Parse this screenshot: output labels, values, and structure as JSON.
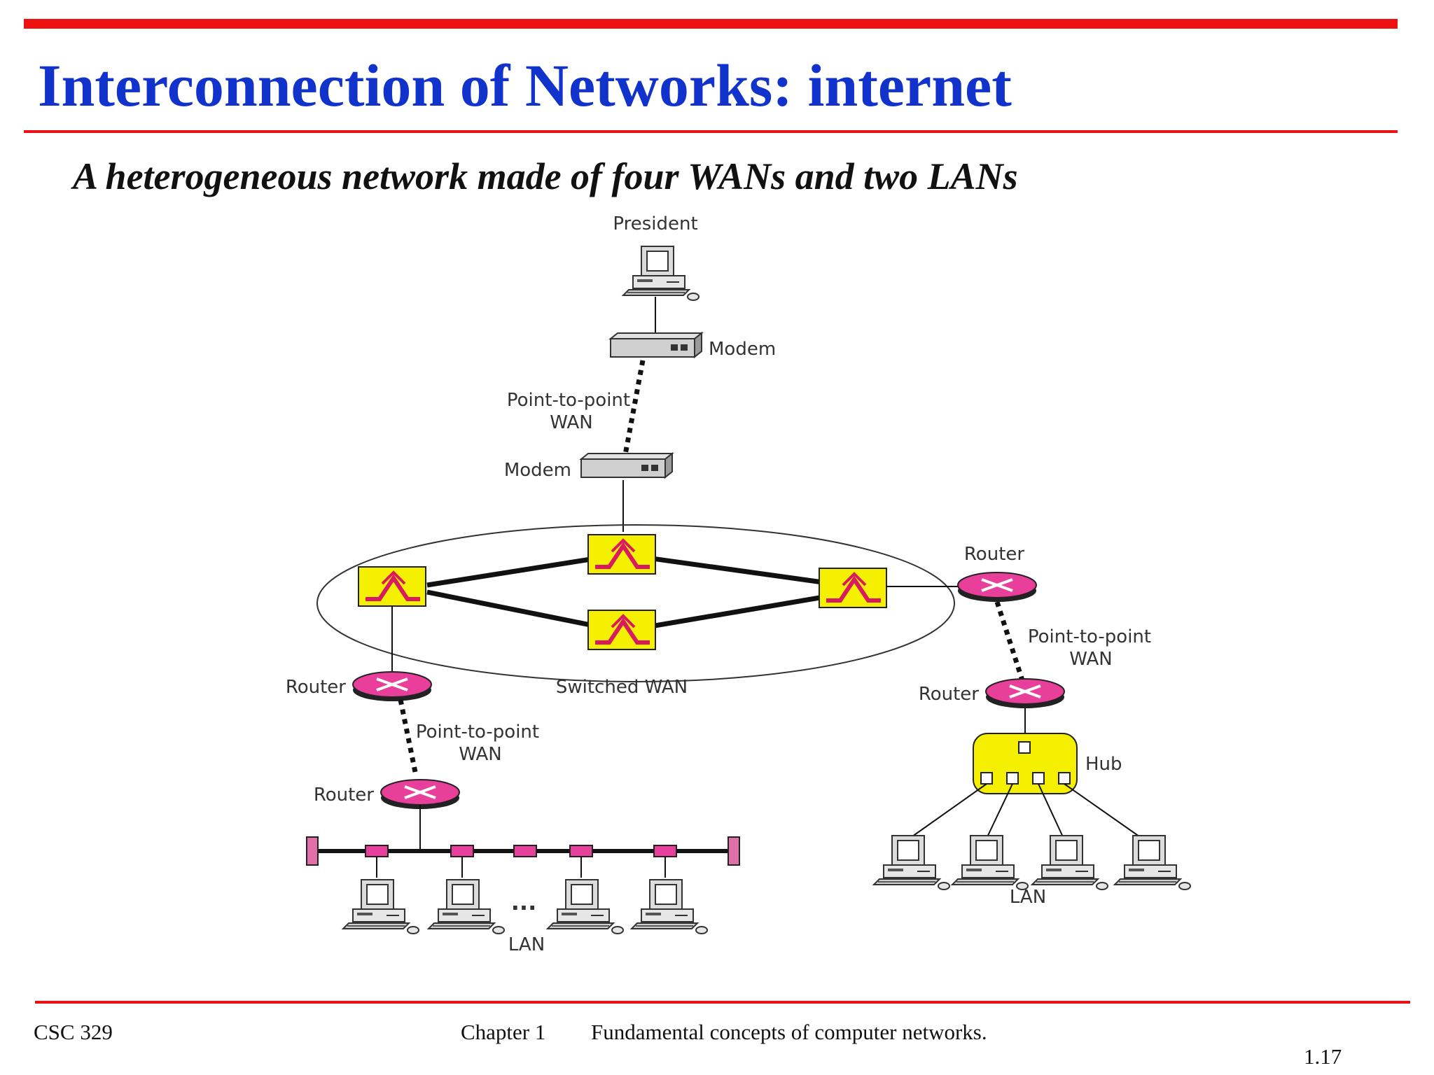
{
  "slide": {
    "title": "Interconnection of Networks: internet",
    "subtitle": "A heterogeneous network made of four WANs and two LANs"
  },
  "diagram": {
    "labels": {
      "president": "President",
      "modem_top": "Modem",
      "ptp_top_line1": "Point-to-point",
      "ptp_top_line2": "WAN",
      "modem_bottom": "Modem",
      "router_right_top": "Router",
      "ptp_right_line1": "Point-to-point",
      "ptp_right_line2": "WAN",
      "router_right_bottom": "Router",
      "hub": "Hub",
      "lan_right": "LAN",
      "router_left_top": "Router",
      "switched_wan": "Switched WAN",
      "ptp_left_line1": "Point-to-point",
      "ptp_left_line2": "WAN",
      "router_left_bottom": "Router",
      "ellipsis": "...",
      "lan_left": "LAN"
    },
    "colors": {
      "switch_fill": "#f5f000",
      "switch_mark": "#d81b60",
      "router_fill": "#e8409a",
      "link": "#111111"
    }
  },
  "footer": {
    "course": "CSC 329",
    "chapter": "Chapter 1",
    "chapter_title": "Fundamental concepts of computer networks.",
    "page": "1.17"
  }
}
